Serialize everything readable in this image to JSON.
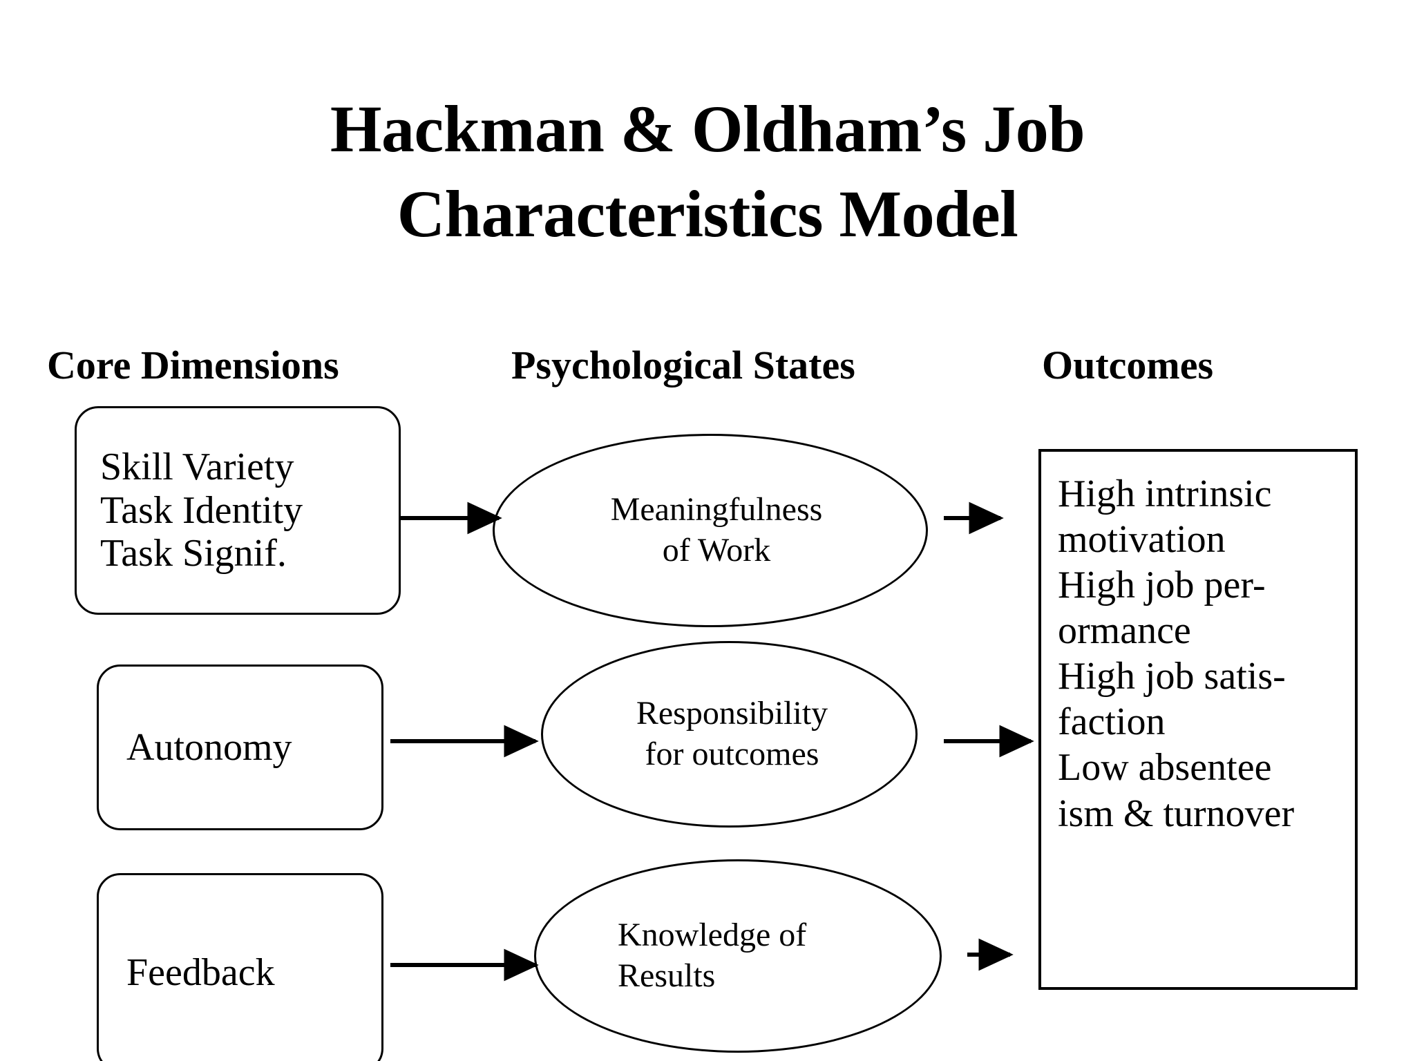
{
  "title": {
    "line1": "Hackman & Oldham’s Job",
    "line2": "Characteristics Model"
  },
  "headers": {
    "core": "Core Dimensions",
    "psychological": "Psychological States",
    "outcomes": "Outcomes"
  },
  "core_dimensions": [
    {
      "id": "core-box",
      "lines": [
        "Skill Variety",
        "Task Identity",
        "Task Signif."
      ]
    },
    {
      "id": "autonomy-box",
      "lines": [
        "Autonomy"
      ]
    },
    {
      "id": "feedback-box",
      "lines": [
        "Feedback"
      ]
    }
  ],
  "psychological_states": [
    {
      "id": "meaningfulness",
      "lines": [
        "Meaningfulness",
        "of Work"
      ]
    },
    {
      "id": "responsibility",
      "lines": [
        "Responsibility",
        "for outcomes"
      ]
    },
    {
      "id": "knowledge",
      "lines": [
        "Knowledge of",
        "Results"
      ]
    }
  ],
  "outcomes": {
    "lines": [
      "High  intrinsic",
      "motivation",
      "High job per-",
      "ormance",
      "High job satis-",
      "faction",
      "Low absentee",
      "ism & turnover"
    ]
  },
  "arrows": [
    {
      "id": "arrow-core-to-meaningfulness",
      "label": "arrow"
    },
    {
      "id": "arrow-autonomy-to-responsibility",
      "label": "arrow"
    },
    {
      "id": "arrow-feedback-to-knowledge",
      "label": "arrow"
    },
    {
      "id": "arrow-meaningfulness-to-outcomes",
      "label": "arrow"
    },
    {
      "id": "arrow-responsibility-to-outcomes",
      "label": "arrow"
    },
    {
      "id": "arrow-knowledge-to-outcomes",
      "label": "arrow"
    }
  ],
  "colors": {
    "background": "#ffffff",
    "stroke": "#000000",
    "text": "#000000"
  }
}
